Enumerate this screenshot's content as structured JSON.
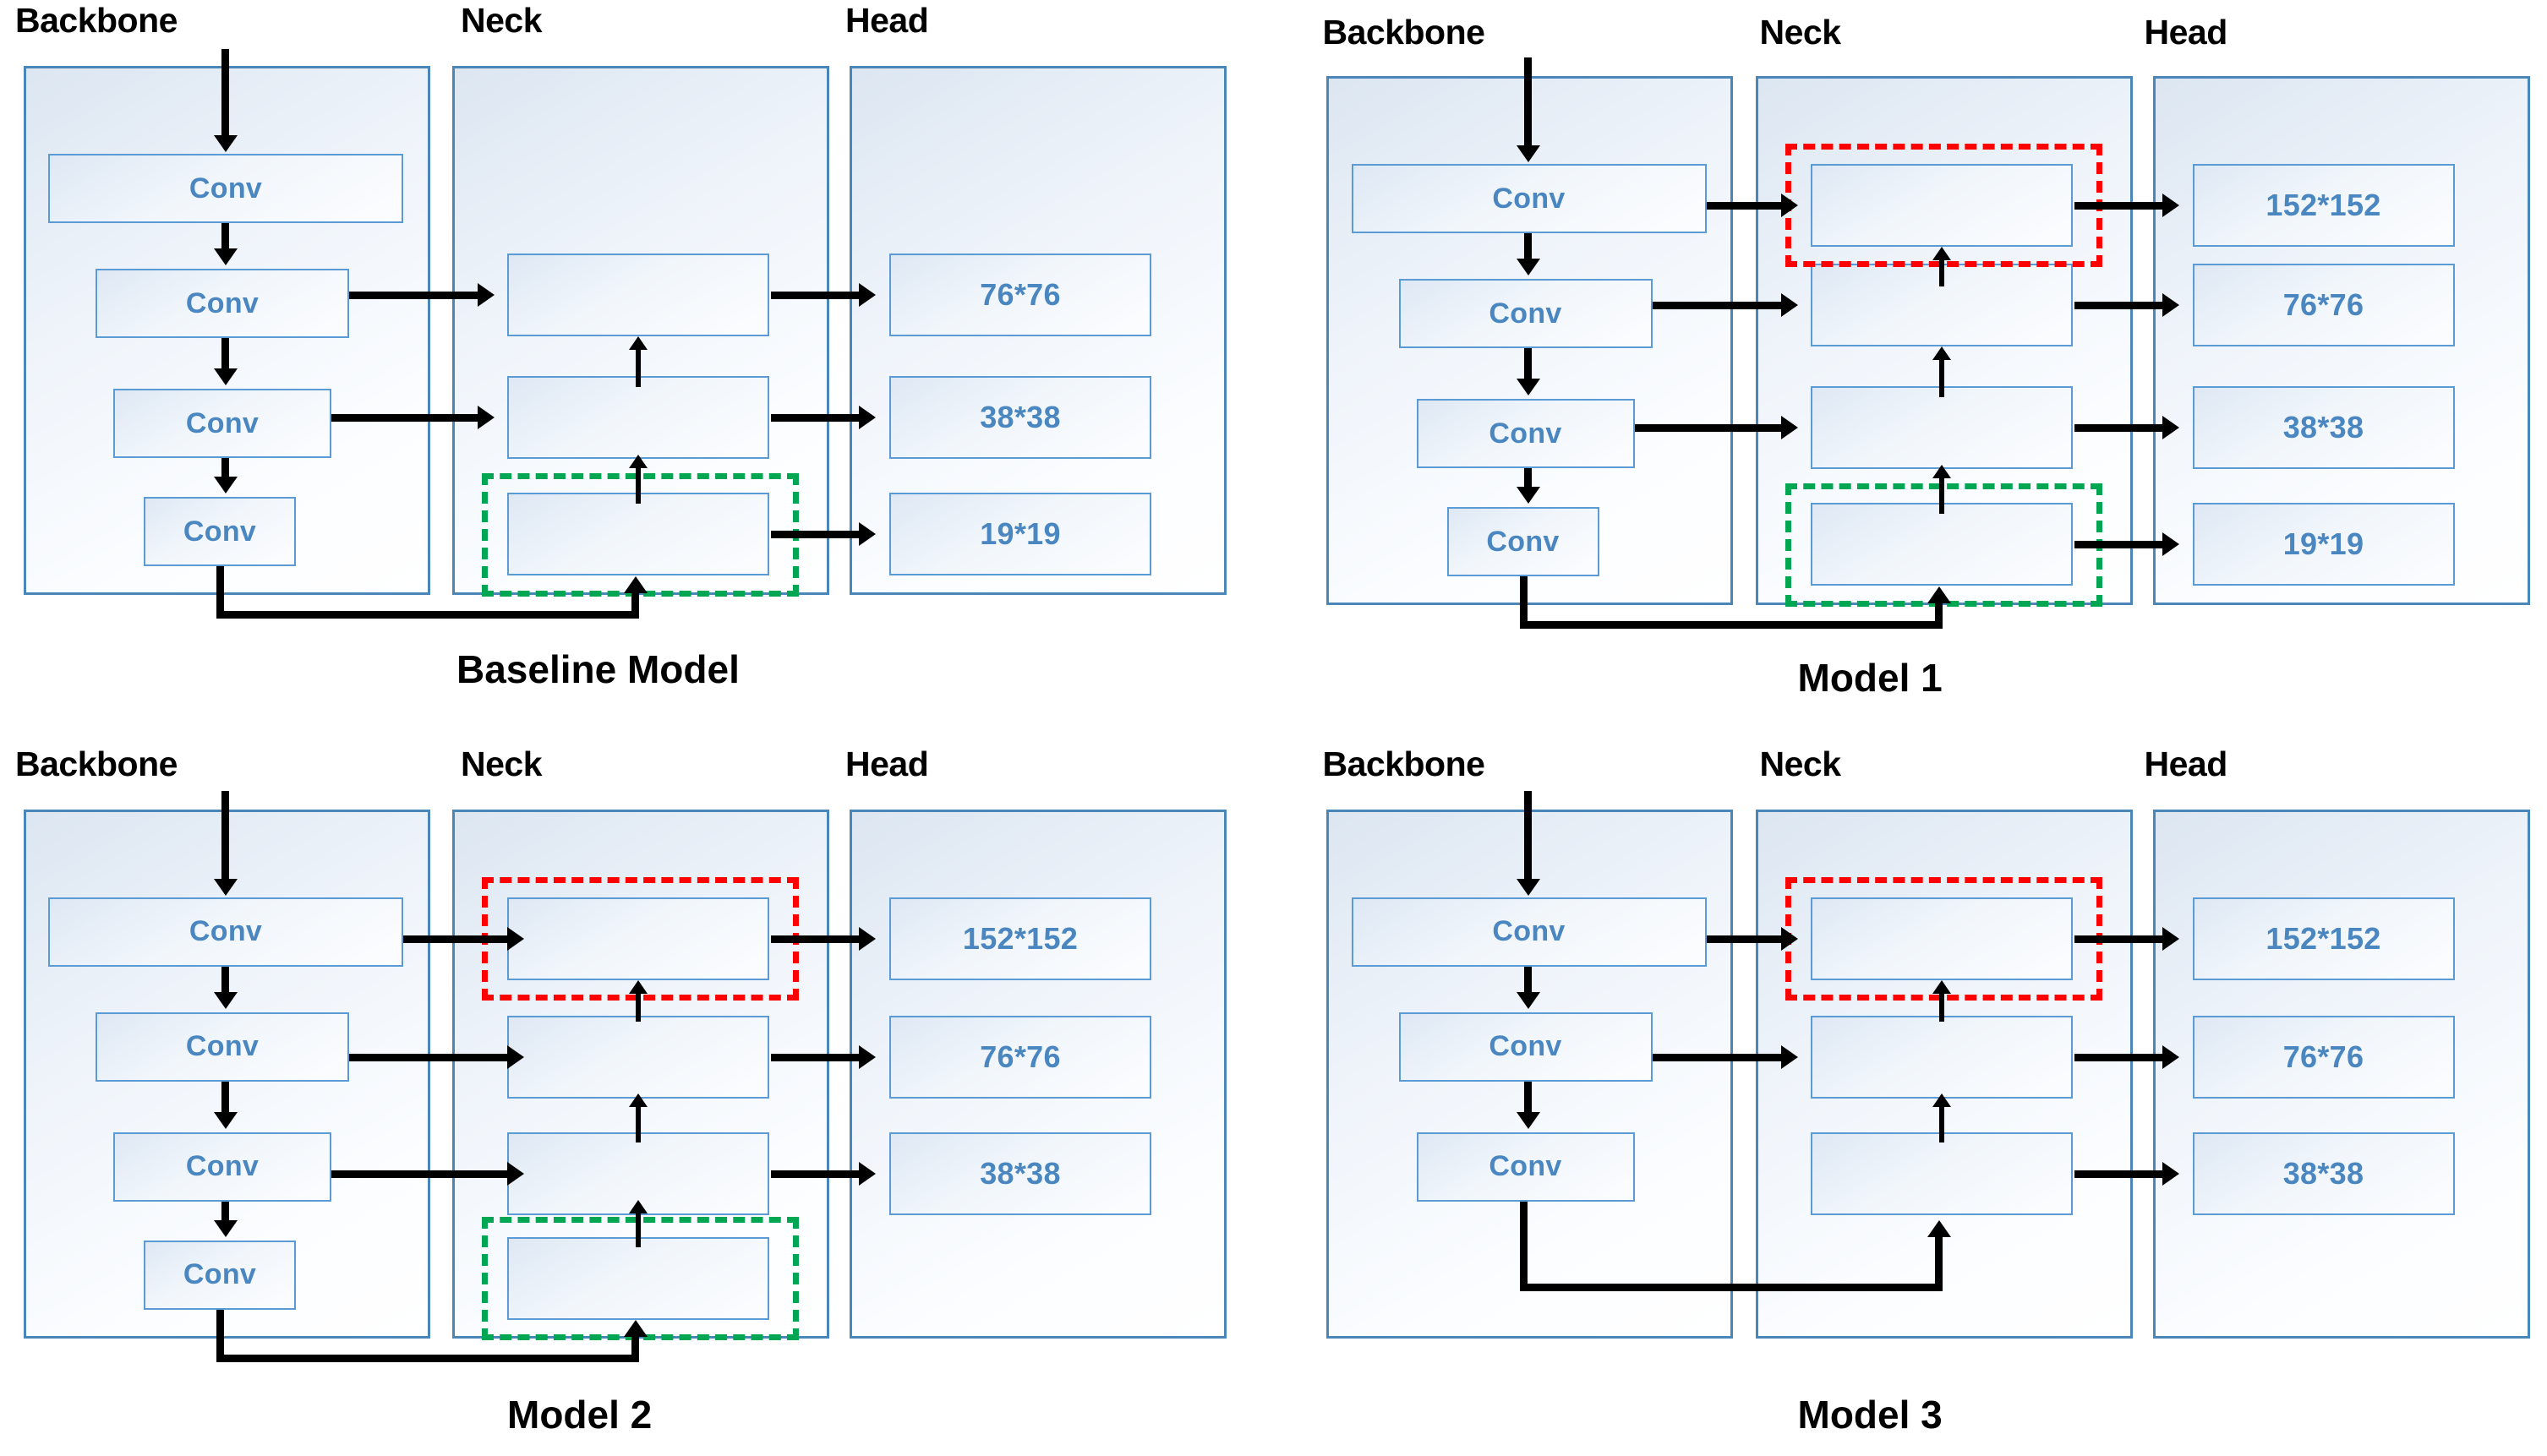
{
  "figure": {
    "type": "architecture-diagram",
    "stage_labels": {
      "backbone": "Backbone",
      "neck": "Neck",
      "head": "Head"
    },
    "block_label": "Conv",
    "colors": {
      "panel_border": "#4a86b8",
      "block_border": "#5b9bd5",
      "block_text": "#4a86c0",
      "highlight_red": "#ff0000",
      "highlight_green": "#00a651",
      "arrow": "#000000",
      "caption_text": "#000000"
    }
  },
  "panels": [
    {
      "id": "baseline",
      "caption": "Baseline Model",
      "labels": {
        "backbone": "Backbone",
        "neck": "Neck",
        "head": "Head"
      },
      "backbone_blocks": [
        "Conv",
        "Conv",
        "Conv",
        "Conv"
      ],
      "neck_blocks": [
        "",
        "",
        ""
      ],
      "head_blocks": [
        "76*76",
        "38*38",
        "19*19"
      ],
      "highlights": [
        {
          "color": "green",
          "target": "neck-block-3"
        }
      ],
      "skip_connection": "conv-4 -> neck-block-3"
    },
    {
      "id": "model1",
      "caption": "Model 1",
      "labels": {
        "backbone": "Backbone",
        "neck": "Neck",
        "head": "Head"
      },
      "backbone_blocks": [
        "Conv",
        "Conv",
        "Conv",
        "Conv"
      ],
      "neck_blocks": [
        "",
        "",
        "",
        ""
      ],
      "head_blocks": [
        "152*152",
        "76*76",
        "38*38",
        "19*19"
      ],
      "highlights": [
        {
          "color": "red",
          "target": "neck-block-1"
        },
        {
          "color": "green",
          "target": "neck-block-4"
        }
      ],
      "skip_connection": "conv-4 -> neck-block-4"
    },
    {
      "id": "model2",
      "caption": "Model 2",
      "labels": {
        "backbone": "Backbone",
        "neck": "Neck",
        "head": "Head"
      },
      "backbone_blocks": [
        "Conv",
        "Conv",
        "Conv",
        "Conv"
      ],
      "neck_blocks": [
        "",
        "",
        "",
        ""
      ],
      "head_blocks": [
        "152*152",
        "76*76",
        "38*38"
      ],
      "highlights": [
        {
          "color": "red",
          "target": "neck-block-1"
        },
        {
          "color": "green",
          "target": "neck-block-4"
        }
      ],
      "skip_connection": "conv-4 -> neck-block-4"
    },
    {
      "id": "model3",
      "caption": "Model 3",
      "labels": {
        "backbone": "Backbone",
        "neck": "Neck",
        "head": "Head"
      },
      "backbone_blocks": [
        "Conv",
        "Conv",
        "Conv"
      ],
      "neck_blocks": [
        "",
        "",
        ""
      ],
      "head_blocks": [
        "152*152",
        "76*76",
        "38*38"
      ],
      "highlights": [
        {
          "color": "red",
          "target": "neck-block-1"
        }
      ],
      "skip_connection": "conv-3 -> neck-block-3"
    }
  ]
}
